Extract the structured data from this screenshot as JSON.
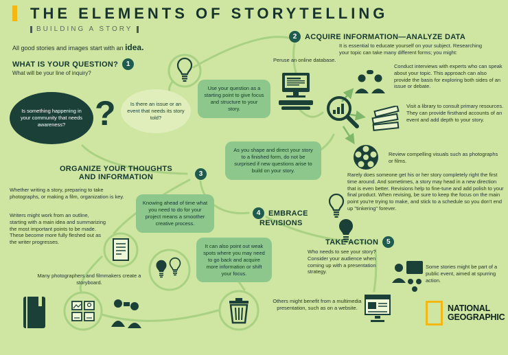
{
  "colors": {
    "background": "#cfe5a2",
    "dark_teal": "#1b4038",
    "callout_green": "#8ec78b",
    "curve_green": "#a9d183",
    "accent_yellow": "#f5b711",
    "number_circle": "#1f5c4e"
  },
  "header": {
    "title": "THE ELEMENTS OF STORYTELLING",
    "subtitle": "BUILDING A STORY"
  },
  "intro": {
    "text": "All good stories and images start with an ",
    "emphasis": "idea."
  },
  "icons": {
    "question_mark": "?"
  },
  "section1": {
    "number": "1",
    "title": "WHAT IS YOUR QUESTION?",
    "lead": "What will be your line of inquiry?",
    "bubble_community": "Is something happening in your community that needs awareness?",
    "bubble_issue": "Is there an issue or an event that needs its story told?",
    "callout": "Use your question as a starting point to give focus and structure to your story."
  },
  "section2": {
    "number": "2",
    "title": "ACQUIRE INFORMATION—ANALYZE DATA",
    "lead": "It is essential to educate yourself on your subject. Researching your topic can take many different forms; you might:",
    "database": "Peruse an online database.",
    "interviews": "Conduct interviews with experts who can speak about your topic. This approach can also provide the basis for exploring both sides of an issue or debate.",
    "library": "Visit a library to consult primary resources. They can provide firsthand accounts of an event and add depth to your story.",
    "visuals": "Review compelling visuals such as photographs or films."
  },
  "section3": {
    "number": "3",
    "title_line1": "ORGANIZE YOUR THOUGHTS",
    "title_line2": "AND INFORMATION",
    "para_organization": "Whether writing a story, preparing to take photographs, or making a film, organization is key.",
    "para_outline": "Writers might work from an outline, starting with a main idea and summarizing the most important points to be made. These become more fully fleshed out as the writer progresses.",
    "para_storyboard": "Many photographers and filmmakers create a storyboard.",
    "callout_knowing": "Knowing ahead of time what you need to do for your project means a smoother creative process.",
    "callout_shape": "As you shape and direct your story to a finished form, do not be surprised if new questions arise to build on your story."
  },
  "section4": {
    "number": "4",
    "title_line1": "EMBRACE",
    "title_line2": "REVISIONS",
    "para": "Rarely does someone get his or her story completely right the first time around. And sometimes, a story may head in a new direction that is even better. Revisions help to fine-tune and add polish to your final product. When revising, be sure to keep the focus on the main point you're trying to make, and stick to a schedule so you don't end up \"tinkering\" forever.",
    "callout": "It can also point out weak spots where you may need to go back and acquire more information or shift your focus."
  },
  "section5": {
    "number": "5",
    "title": "TAKE ACTION",
    "para": "Who needs to see your story? Consider your audience when coming up with a presentation strategy.",
    "multimedia": "Others might benefit from a multimedia presentation, such as on a website.",
    "event": "Some stories might be part of a public event, aimed at spurring action."
  },
  "logo": {
    "line1": "NATIONAL",
    "line2": "GEOGRAPHIC"
  }
}
